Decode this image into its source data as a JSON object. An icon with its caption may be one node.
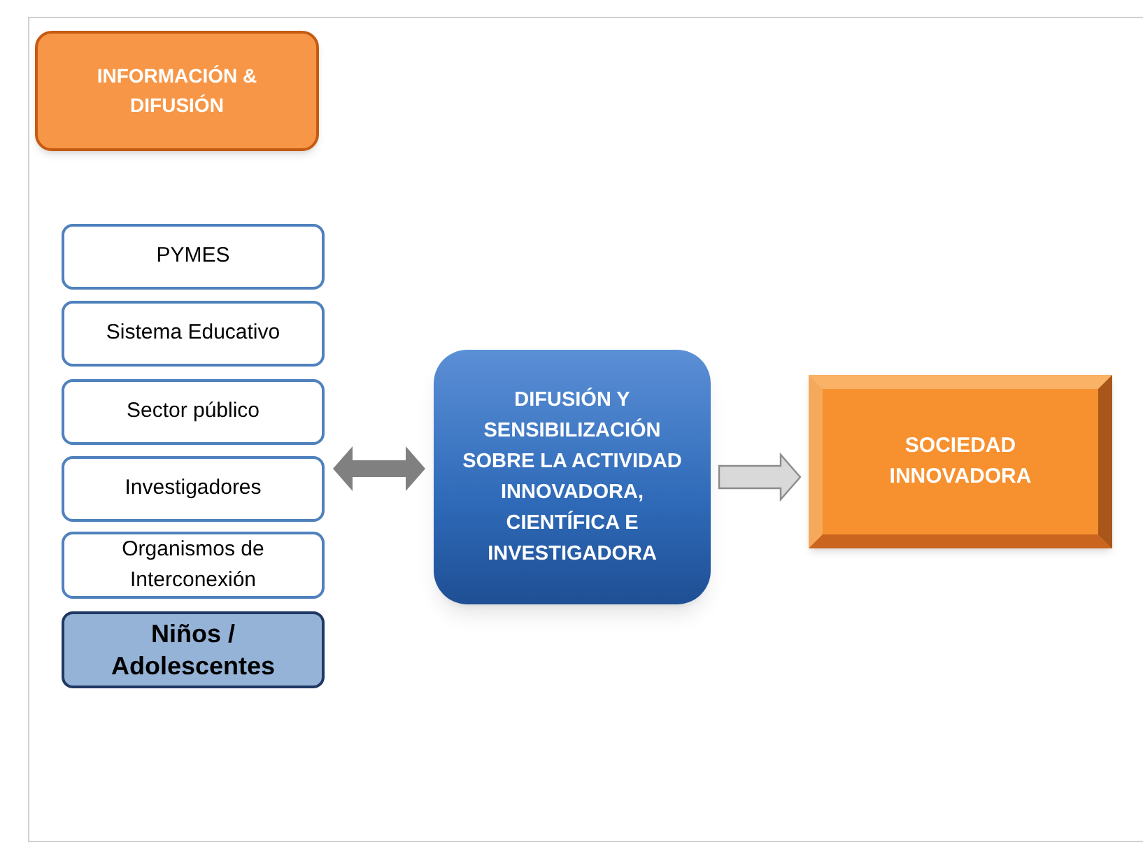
{
  "diagram": {
    "nodes": [
      {
        "text": [
          "INFORMACIÓN & DIFUSIÓN"
        ]
      },
      {
        "text": [
          "PYMES"
        ]
      },
      {
        "text": [
          "Sistema Educativo"
        ]
      },
      {
        "text": [
          "Sector público"
        ]
      },
      {
        "text": [
          "Investigadores"
        ]
      },
      {
        "text": [
          "Organismos de Interconexión"
        ]
      },
      {
        "text": [
          "Niños / Adolescentes"
        ]
      },
      {
        "text": [
          "DIFUSIÓN Y SENSIBILIZACIÓN SOBRE LA ACTIVIDAD INNOVADORA, CIENTÍFICA E INVESTIGADORA"
        ]
      },
      {
        "text": [
          "SOCIEDAD INNOVADORA"
        ]
      }
    ],
    "edges": [
      {
        "from": null,
        "to": 7,
        "arrow": "both",
        "style": "thick",
        "color": "#808080"
      },
      {
        "from": 7,
        "to": 8,
        "arrow": "to",
        "color": "#d9d9d9"
      }
    ]
  }
}
